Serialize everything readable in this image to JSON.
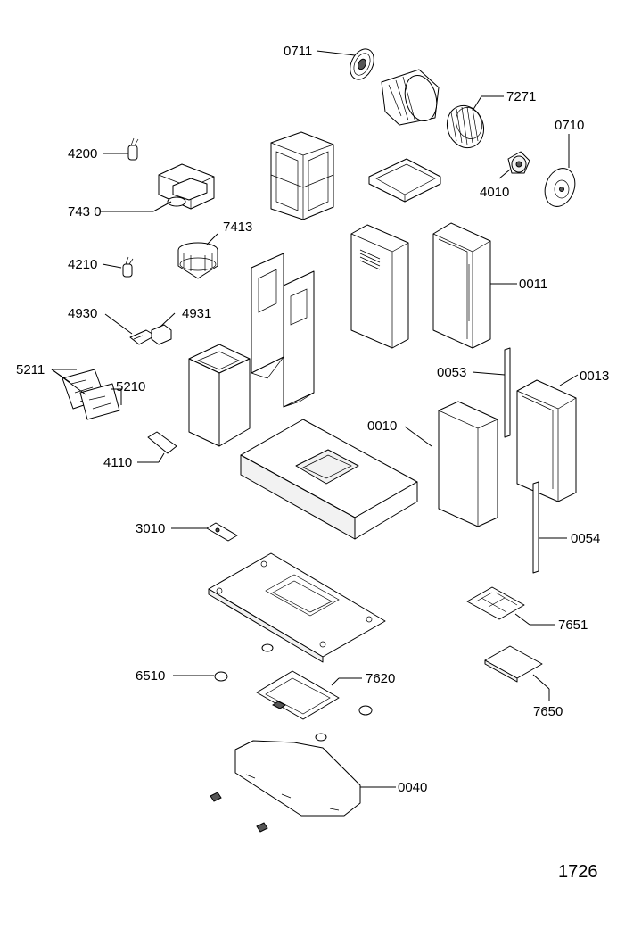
{
  "page_number": "1726",
  "labels": {
    "l0711": "0711",
    "l7271": "7271",
    "l0710": "0710",
    "l4200": "4200",
    "l4010": "4010",
    "l7430": "743 0",
    "l7413": "7413",
    "l4210": "4210",
    "l0011": "0011",
    "l4930": "4930",
    "l4931": "4931",
    "l5211": "5211",
    "l5210": "5210",
    "l0053": "0053",
    "l0013": "0013",
    "l0010": "0010",
    "l4110": "4110",
    "l3010": "3010",
    "l0054": "0054",
    "l7651": "7651",
    "l6510": "6510",
    "l7620": "7620",
    "l7650": "7650",
    "l0040": "0040"
  }
}
